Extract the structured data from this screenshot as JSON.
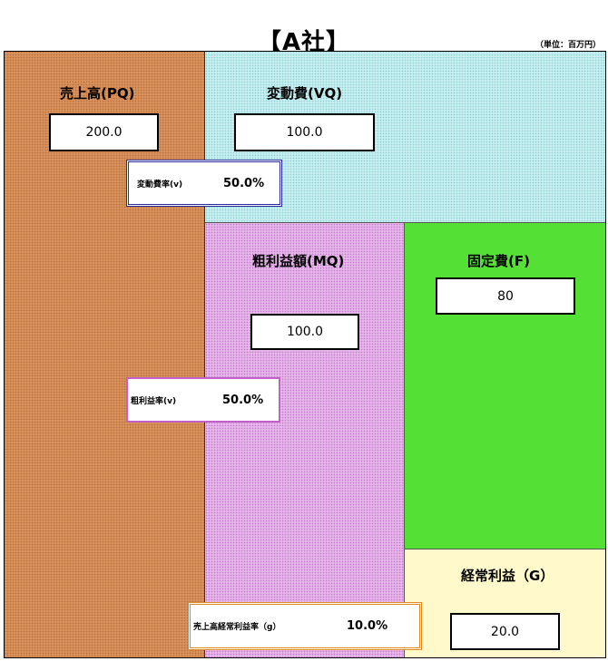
{
  "title": "【A社】",
  "unit_note": "（単位：百万円）",
  "sales": {
    "label": "売上高(PQ)",
    "value": "200.0"
  },
  "variable_cost": {
    "label": "変動費(VQ)",
    "value": "100.0"
  },
  "variable_cost_ratio": {
    "label": "変動費率(v)",
    "value": "50.0%"
  },
  "marginal_profit": {
    "label": "粗利益額(MQ)",
    "value": "100.0"
  },
  "marginal_profit_ratio": {
    "label": "粗利益率(v)",
    "value": "50.0%"
  },
  "fixed_cost": {
    "label": "固定費(F)",
    "value": "80"
  },
  "ordinary_profit": {
    "label": "経常利益（G）",
    "value": "20.0"
  },
  "ordinary_profit_ratio": {
    "label": "売上高経常利益率（g）",
    "value": "10.0%"
  },
  "colors": {
    "sales": "#d9925c",
    "variable_cost": "#c8f0f0",
    "marginal_profit": "#e6b8ea",
    "fixed_cost": "#55e036",
    "ordinary_profit": "#fff9cc"
  }
}
